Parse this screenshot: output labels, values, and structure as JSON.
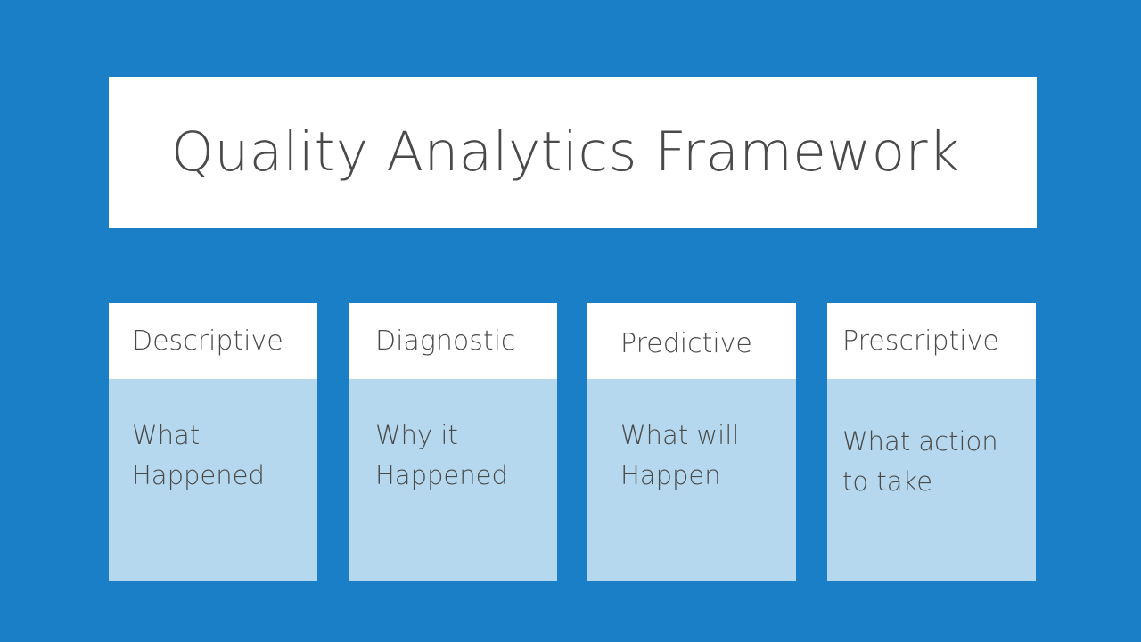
{
  "slide": {
    "background_color": "#1b7fc8",
    "title": "Quality Analytics Framework",
    "title_color": "#4a4a4a",
    "title_panel_color": "#ffffff"
  },
  "cards": [
    {
      "header": "Descriptive",
      "body": "What\nHappened",
      "header_bg": "#ffffff",
      "body_bg": "#b5d8ee"
    },
    {
      "header": "Diagnostic",
      "body": "Why it\nHappened",
      "header_bg": "#ffffff",
      "body_bg": "#b5d8ee"
    },
    {
      "header": "Predictive",
      "body": "What will\nHappen",
      "header_bg": "#ffffff",
      "body_bg": "#b5d8ee"
    },
    {
      "header": "Prescriptive",
      "body": "What action\nto take",
      "header_bg": "#ffffff",
      "body_bg": "#b5d8ee"
    }
  ]
}
